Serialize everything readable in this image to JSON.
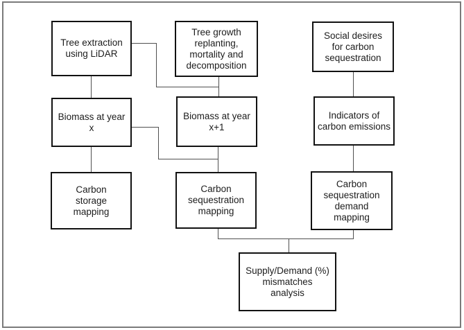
{
  "diagram": {
    "colors": {
      "background": "#ffffff",
      "outer_frame": "#7a7a7a",
      "box_border": "#111111",
      "connector": "#4f4f4f",
      "text": "#1c1c1c"
    },
    "nodes": {
      "tree_extraction": {
        "label": [
          "Tree extraction",
          "using LiDAR"
        ]
      },
      "tree_growth": {
        "label": [
          "Tree growth",
          "replanting,",
          "mortality and",
          "decomposition"
        ]
      },
      "social_desires": {
        "label": [
          "Social desires",
          "for carbon",
          "sequestration"
        ]
      },
      "biomass_x": {
        "label": [
          "Biomass at year",
          "x"
        ]
      },
      "biomass_x1": {
        "label": [
          "Biomass at year",
          "x+1"
        ]
      },
      "indicators": {
        "label": [
          "Indicators of",
          "carbon emissions"
        ]
      },
      "carbon_storage": {
        "label": [
          "Carbon",
          "storage",
          "mapping"
        ]
      },
      "carbon_seq_mapping": {
        "label": [
          "Carbon",
          "sequestration",
          "mapping"
        ]
      },
      "carbon_seq_demand": {
        "label": [
          "Carbon",
          "sequestration",
          "demand",
          "mapping"
        ]
      },
      "supply_demand": {
        "label": [
          "Supply/Demand (%)",
          "mismatches",
          "analysis"
        ]
      }
    },
    "edges": [
      {
        "from": "tree_extraction",
        "to": "biomass_x"
      },
      {
        "from": "tree_extraction",
        "to": "biomass_x1"
      },
      {
        "from": "tree_growth",
        "to": "biomass_x1"
      },
      {
        "from": "biomass_x",
        "to": "carbon_storage"
      },
      {
        "from": "biomass_x",
        "to": "carbon_seq_mapping"
      },
      {
        "from": "biomass_x1",
        "to": "carbon_seq_mapping"
      },
      {
        "from": "social_desires",
        "to": "indicators"
      },
      {
        "from": "indicators",
        "to": "carbon_seq_demand"
      },
      {
        "from": "carbon_seq_mapping",
        "to": "supply_demand"
      },
      {
        "from": "carbon_seq_demand",
        "to": "supply_demand"
      }
    ]
  }
}
